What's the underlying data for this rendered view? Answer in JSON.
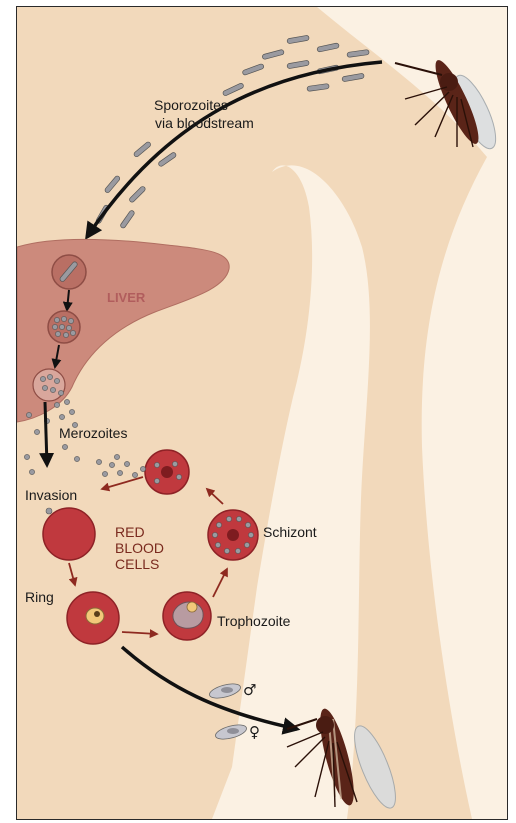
{
  "labels": {
    "sporozoites": "Sporozoites",
    "bloodstream": "via bloodstream",
    "liver": "LIVER",
    "merozoites": "Merozoites",
    "invasion": "Invasion",
    "rbc_1": "RED",
    "rbc_2": "BLOOD",
    "rbc_3": "CELLS",
    "schizont": "Schizont",
    "ring": "Ring",
    "trophozoite": "Trophozoite",
    "male_symbol": "♂",
    "female_symbol": "♀"
  },
  "colors": {
    "background": "#f4e0c6",
    "body_skin": "#f6dfc3",
    "liver": "#cc8a7c",
    "liver_label": "#b15d5d",
    "rbc": "#c0393e",
    "rbc_edge": "#8e2226",
    "rbc_label": "#7a2a1e",
    "parasite": "#9a9aa0",
    "mosquito": "#5a2418",
    "cycle_arrow": "#8e2a20",
    "main_arrow": "#111111"
  },
  "icons": [
    "mosquito-icon",
    "mosquito-icon",
    "gametocyte-icon",
    "gametocyte-icon"
  ]
}
